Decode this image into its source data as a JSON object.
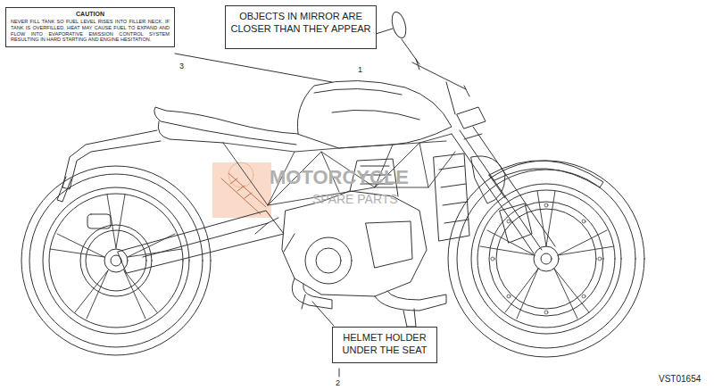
{
  "diagram": {
    "nodes": [
      {
        "text": [
          "CAUTION",
          "NEVER FILL TANK SO FUEL LEVEL RISES INTO FILLER NECK. IF TANK IS OVERFILLED, HEAT MAY CAUSE FUEL TO EXPAND AND FLOW INTO EVAPORATIVE EMISSION CONTROL SYSTEM RESULTING IN HARD STARTING AND ENGINE HESITATION."
        ]
      },
      {
        "text": [
          "OBJECTS IN MIRROR ARE CLOSER THAN THEY APPEAR"
        ]
      },
      {
        "text": [
          "HELMET HOLDER UNDER THE SEAT"
        ]
      }
    ],
    "labels": [
      "1",
      "2",
      "3",
      "VST01654",
      "MOTORCYCLE",
      "SPARE PARTS"
    ]
  }
}
